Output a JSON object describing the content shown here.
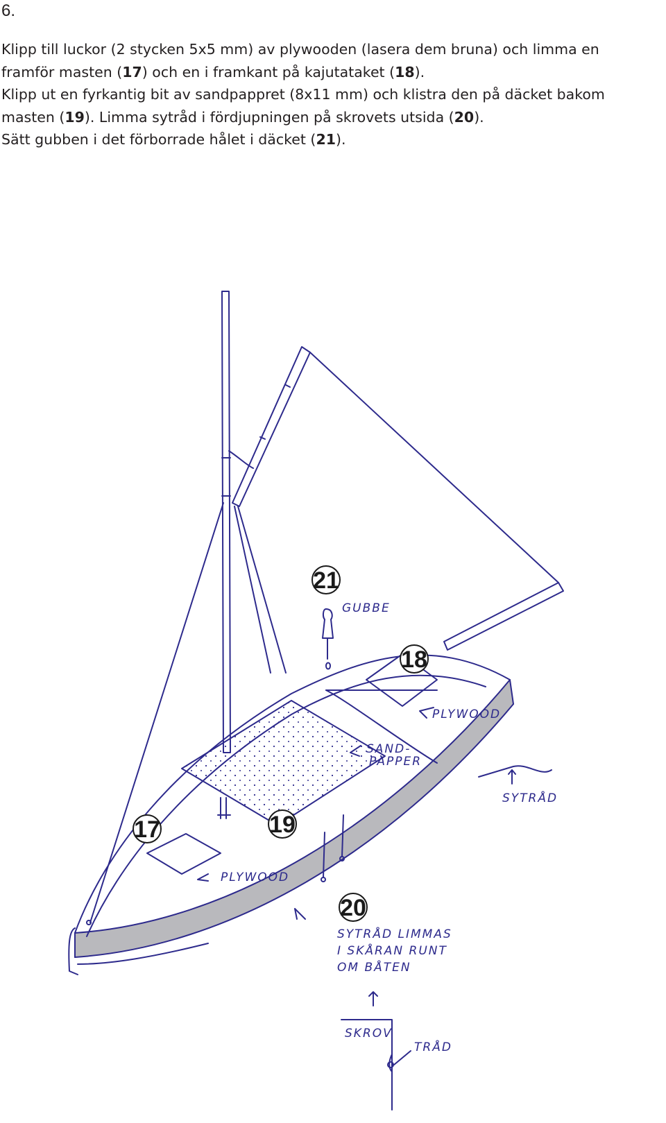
{
  "step_number": "6.",
  "instructions": [
    {
      "pre": "Klipp till luckor (2 stycken 5x5 mm) av plywooden (lasera dem bruna) och limma en",
      "num": "",
      "post": ""
    },
    {
      "pre": "framför masten (",
      "num": "17",
      "post": ") och en i framkant på kajutataket ("
    },
    {
      "pre": "",
      "num": "18",
      "post": ")."
    },
    {
      "pre": "Klipp ut en fyrkantig bit av sandpappret (8x11 mm) och klistra den på däcket bakom",
      "num": "",
      "post": ""
    },
    {
      "pre": "masten (",
      "num": "19",
      "post": "). Limma sytråd i fördjupningen på skrovets utsida ("
    },
    {
      "pre": "",
      "num": "20",
      "post": ")."
    },
    {
      "pre": "Sätt gubben i det förborrade hålet i däcket (",
      "num": "21",
      "post": ")."
    }
  ],
  "drawing": {
    "callouts": {
      "n17": "17",
      "n18": "18",
      "n19": "19",
      "n20": "20",
      "n21": "21"
    },
    "labels": {
      "gubbe": "GUBBE",
      "plywood_aft": "PLYWOOD",
      "plywood_fwd": "PLYWOOD",
      "sandpapper_1": "SAND-",
      "sandpapper_2": "PAPPER",
      "sytrad": "SYTRÅD",
      "note_1": "SYTRÅD LIMMAS",
      "note_2": "I SKÅRAN RUNT",
      "note_3": "OM BÅTEN",
      "skrov": "SKROV",
      "trad": "TRÅD"
    },
    "ink_color": "#2d2a8c",
    "hull_shade": "#b9b9bd"
  }
}
